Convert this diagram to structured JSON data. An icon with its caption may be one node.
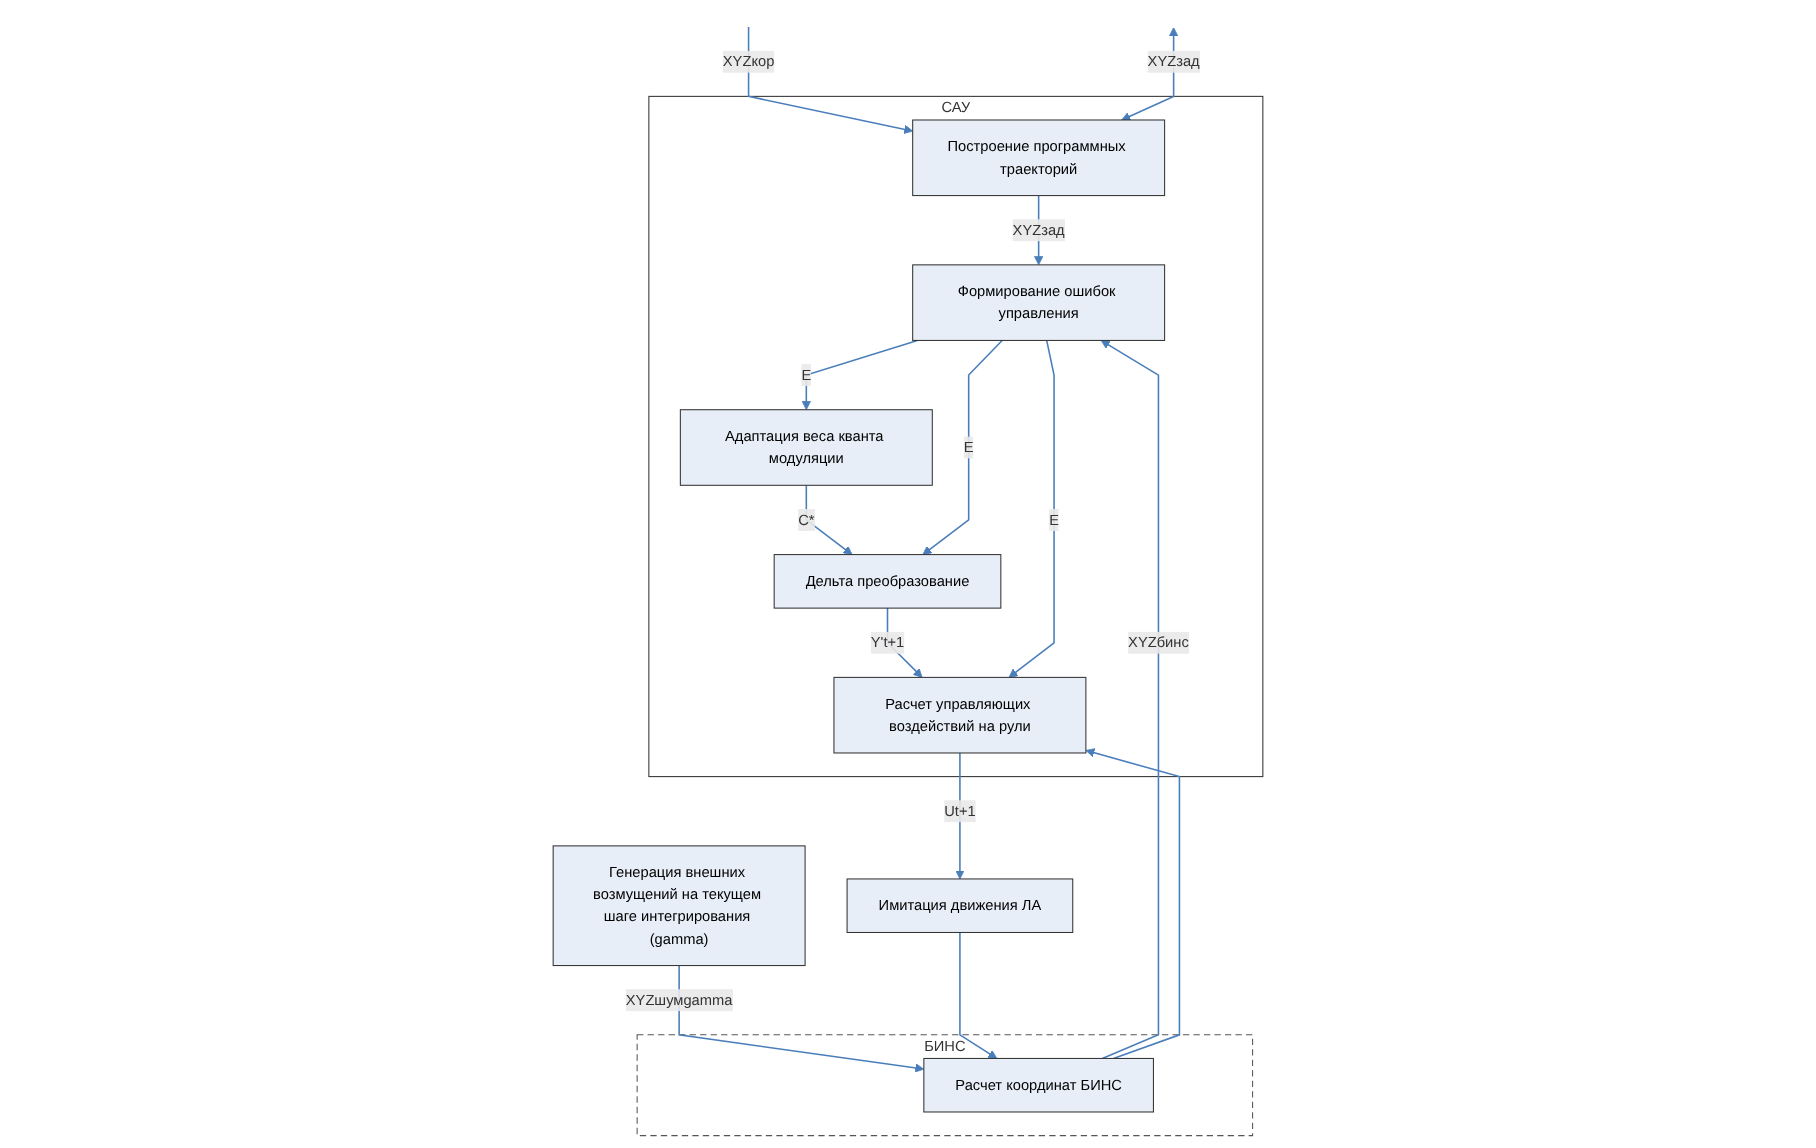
{
  "diagram": {
    "nodes": [
      {
        "text": [
          "САУ"
        ]
      },
      {
        "text": [
          "Генерация внешних возмущений на текущем шаге интегрирования (gamma)"
        ]
      },
      {
        "text": [
          "БИНС"
        ]
      },
      {
        "text": [
          "Расчет координат БИНС"
        ],
        "in": 2
      },
      {
        "text": [
          "Имитация движения ЛА"
        ]
      },
      {
        "text": [
          "Построение программных траекторий"
        ],
        "in": 0
      },
      {
        "text": [
          "Формирование ошибок управления"
        ],
        "in": 0
      },
      {
        "text": [
          "Адаптация веса кванта модуляции"
        ],
        "in": 0
      },
      {
        "text": [
          "Дельта преобразование"
        ],
        "in": 0
      },
      {
        "text": [
          "Расчет управляющих воздействий на рули"
        ],
        "in": 0
      }
    ],
    "edges": [
      {
        "from": null,
        "to": 5,
        "arrow": "to",
        "label": "XYZкор"
      },
      {
        "from": null,
        "to": 5,
        "arrow": "both",
        "label": "XYZзад"
      },
      {
        "from": 1,
        "to": 3,
        "arrow": "to",
        "label": "XYZшумgamma"
      },
      {
        "from": 4,
        "to": 3,
        "arrow": "to"
      },
      {
        "from": 3,
        "to": 6,
        "arrow": "to",
        "label": "XYZбинс"
      },
      {
        "from": 5,
        "to": 6,
        "arrow": "to",
        "label": "XYZзад"
      },
      {
        "from": 3,
        "to": 9,
        "arrow": "to"
      },
      {
        "from": 9,
        "to": 4,
        "arrow": "to",
        "label": "Ut+1"
      },
      {
        "from": 6,
        "to": 7,
        "arrow": "to",
        "label": "E"
      },
      {
        "from": 7,
        "to": 8,
        "arrow": "to",
        "label": "C*"
      },
      {
        "from": 8,
        "to": 9,
        "arrow": "to",
        "label": "Y't+1"
      },
      {
        "from": 6,
        "to": 9,
        "arrow": "to",
        "label": "E"
      },
      {
        "from": 6,
        "to": 8,
        "arrow": "to",
        "label": "E"
      }
    ]
  }
}
